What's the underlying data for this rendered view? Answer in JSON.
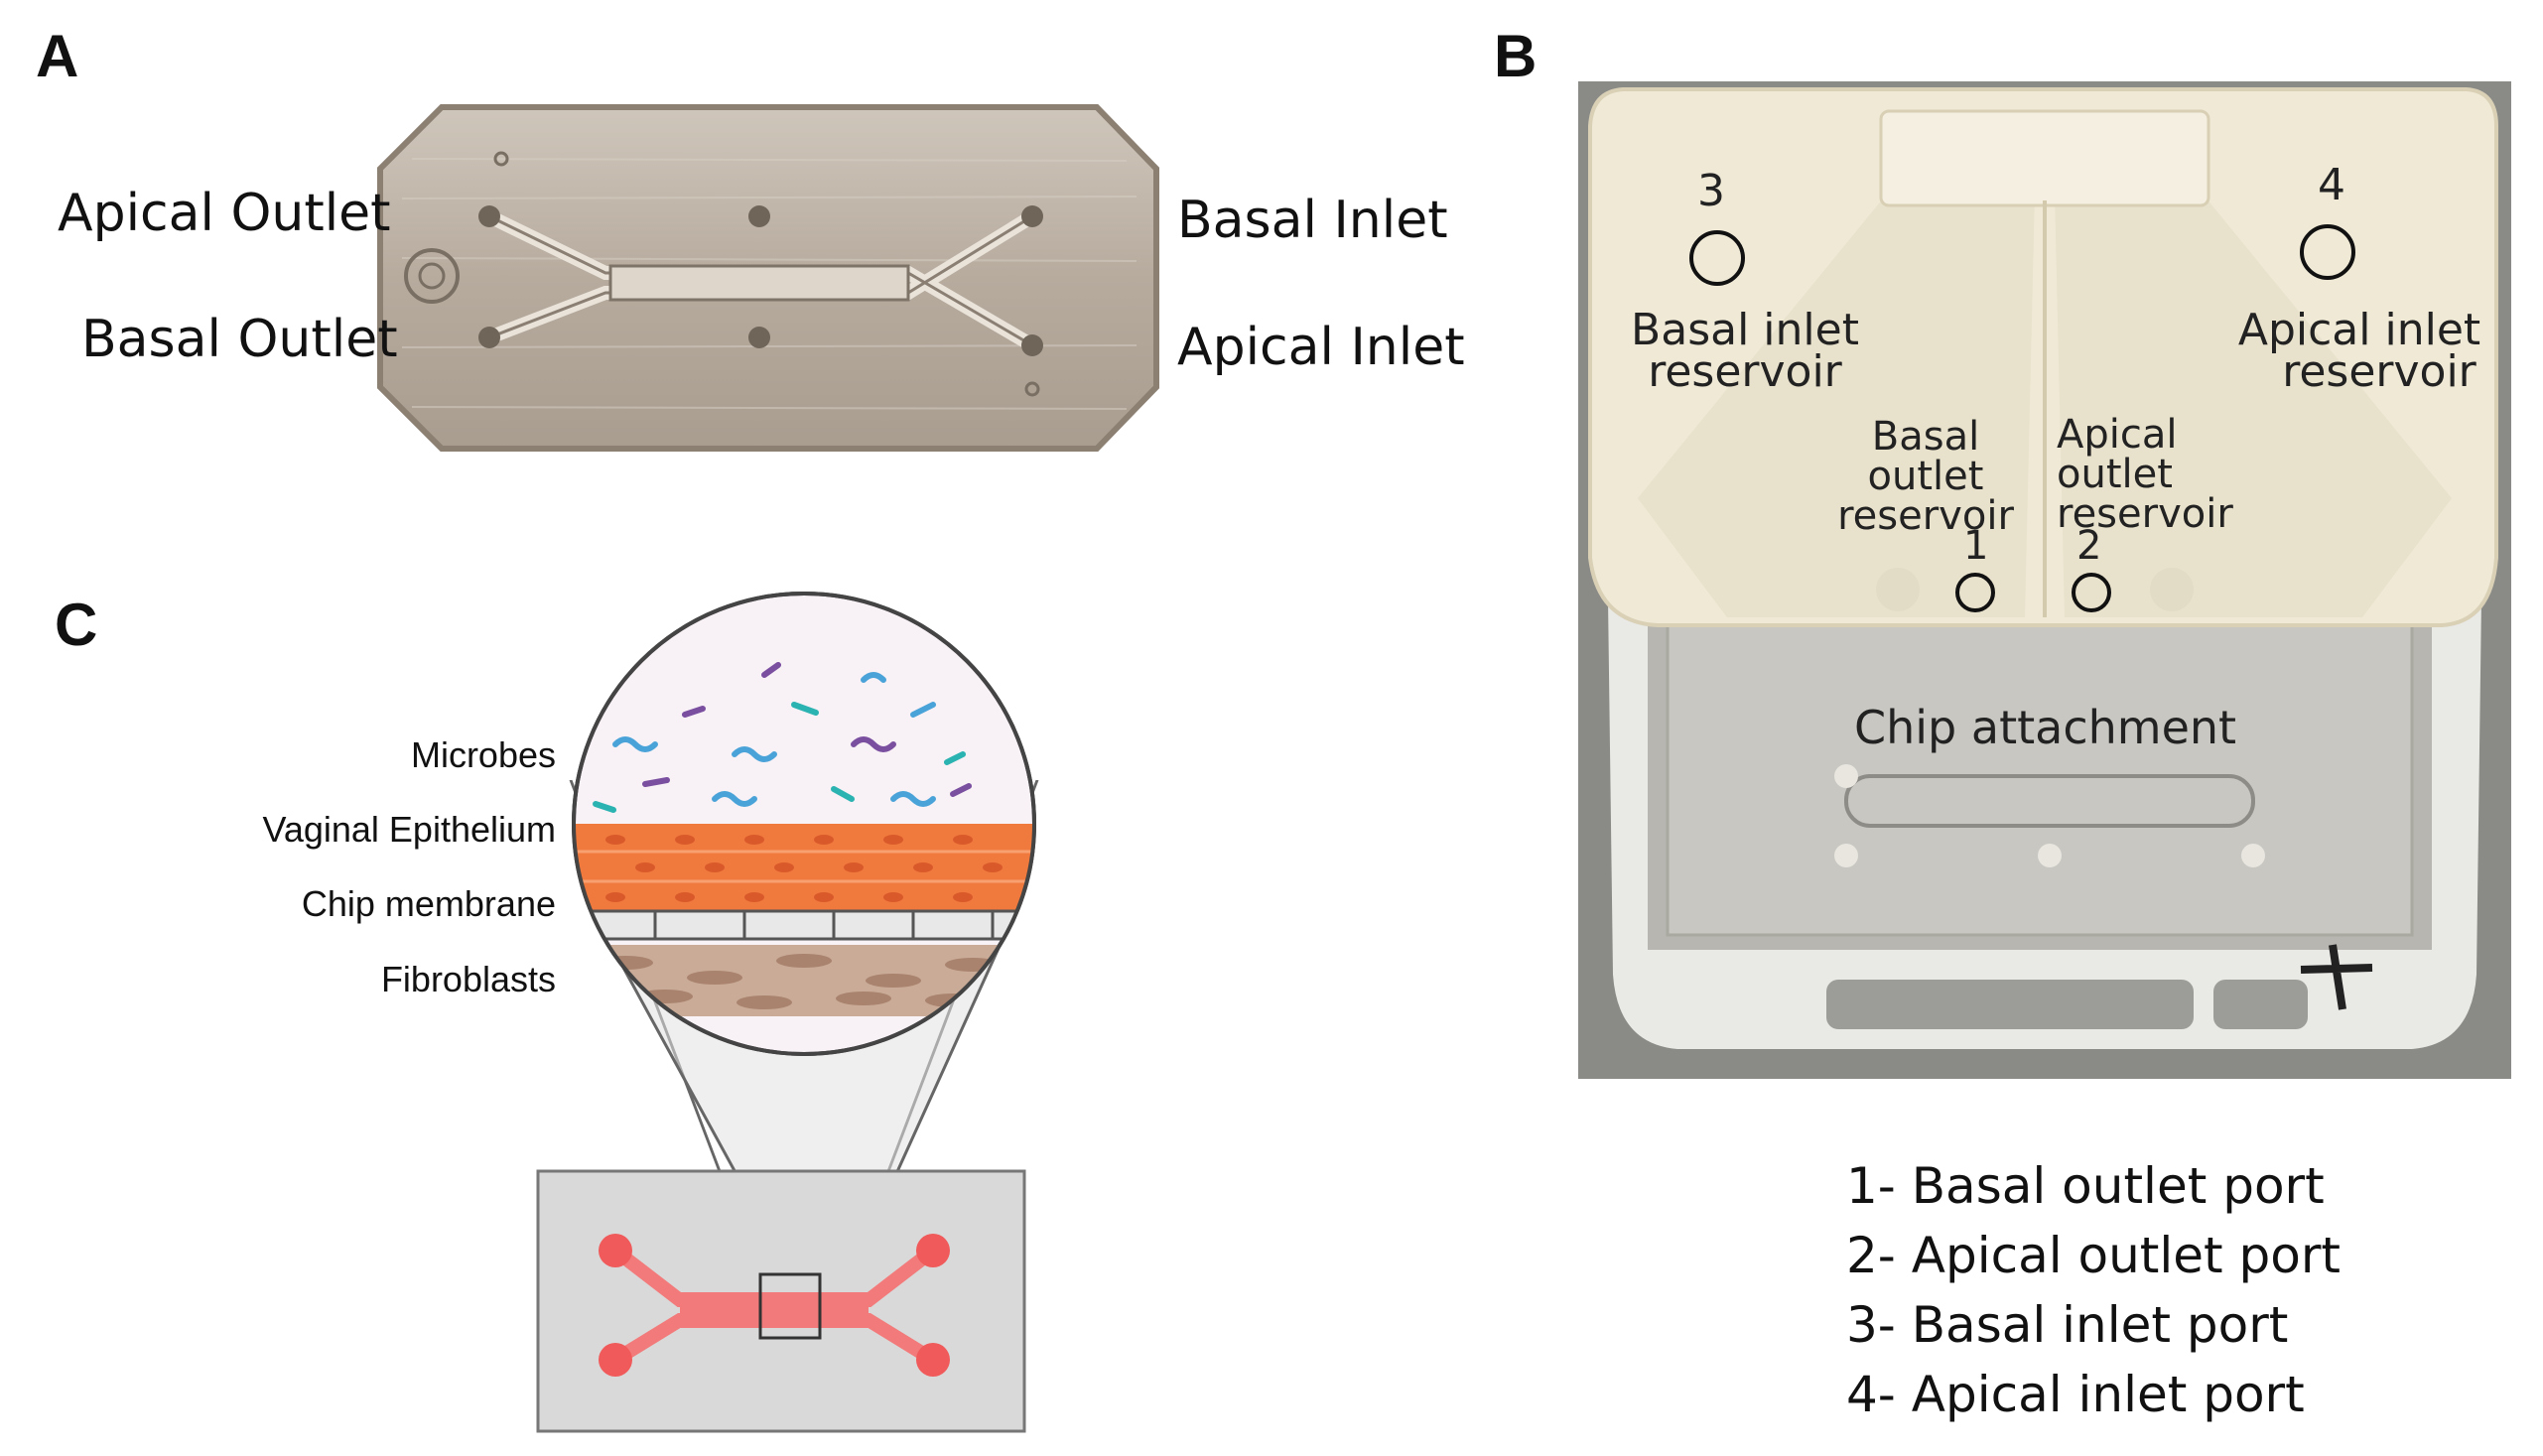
{
  "panels": {
    "a": {
      "letter": "A",
      "labels": {
        "apical_outlet": "Apical Outlet",
        "basal_outlet": "Basal Outlet",
        "basal_inlet": "Basal Inlet",
        "apical_inlet": "Apical Inlet"
      }
    },
    "b": {
      "letter": "B",
      "port_numbers": {
        "p1": "1",
        "p2": "2",
        "p3": "3",
        "p4": "4"
      },
      "labels": {
        "basal_inlet_reservoir_1": "Basal inlet",
        "basal_inlet_reservoir_2": "reservoir",
        "apical_inlet_reservoir_1": "Apical inlet",
        "apical_inlet_reservoir_2": "reservoir",
        "basal_outlet_reservoir_1": "Basal",
        "basal_outlet_reservoir_2": "outlet",
        "basal_outlet_reservoir_3": "reservoir",
        "apical_outlet_reservoir_1": "Apical",
        "apical_outlet_reservoir_2": "outlet",
        "apical_outlet_reservoir_3": "reservoir",
        "chip_attachment": "Chip attachment"
      },
      "legend": [
        "1- Basal outlet port",
        "2- Apical outlet port",
        "3- Basal inlet port",
        "4- Apical inlet port"
      ]
    },
    "c": {
      "letter": "C",
      "labels": {
        "microbes": "Microbes",
        "vaginal_epithelium": "Vaginal Epithelium",
        "chip_membrane": "Chip membrane",
        "fibroblasts": "Fibroblasts"
      }
    }
  },
  "colors": {
    "chip_metal": "#b9aea1",
    "epithelium": "#f07a3e",
    "fibroblast": "#c9ab97",
    "channel_red": "#f05a5a",
    "chip_gray": "#d9d9d9",
    "pod_plastic": "#efe9d6"
  }
}
